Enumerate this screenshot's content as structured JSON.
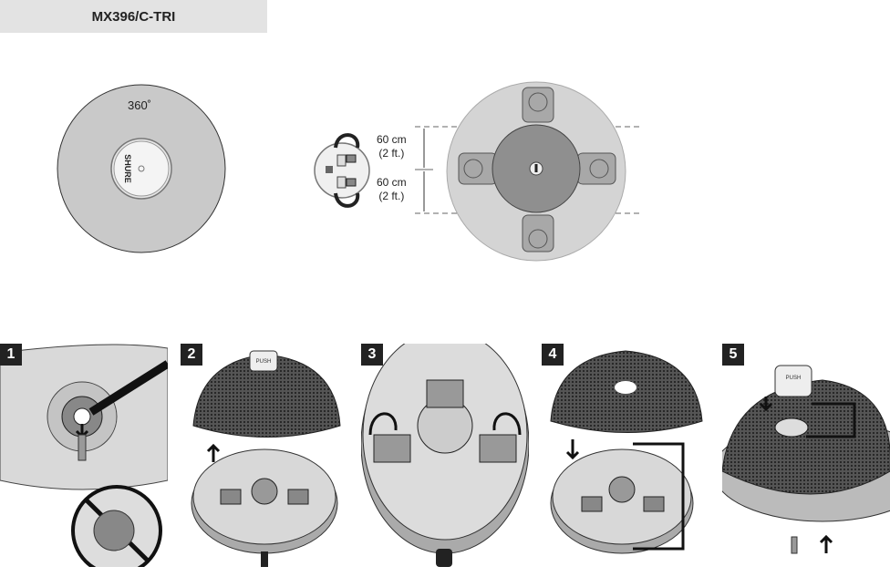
{
  "header": {
    "model": "MX396/C-TRI"
  },
  "pickup_diagram": {
    "angle_label": "360˚",
    "logo_text": "SHURE"
  },
  "placement_diagram": {
    "spacing_top": {
      "metric": "60 cm",
      "imperial": "(2 ft.)"
    },
    "spacing_bottom": {
      "metric": "60 cm",
      "imperial": "(2 ft.)"
    }
  },
  "steps": [
    {
      "number": "1"
    },
    {
      "number": "2",
      "cap_label": "PUSH"
    },
    {
      "number": "3"
    },
    {
      "number": "4"
    },
    {
      "number": "5",
      "cap_label": "PUSH"
    }
  ],
  "colors": {
    "badge": "#222222",
    "title_bar": "#e3e3e3",
    "disc": "#c8c8c8",
    "table": "#8f8f8f"
  }
}
